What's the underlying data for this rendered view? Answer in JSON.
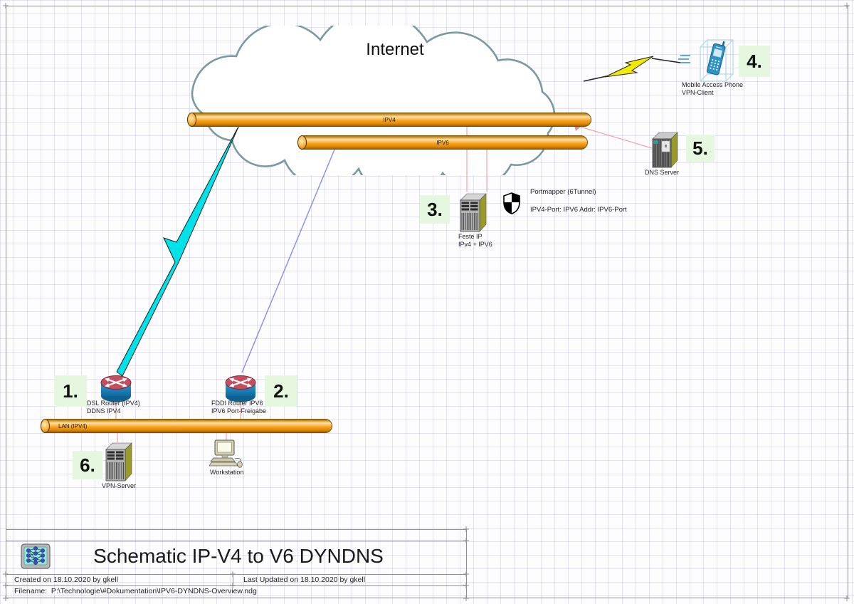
{
  "diagram": {
    "internet_label": "Internet",
    "pipes": {
      "ipv4": {
        "label": "IPV4"
      },
      "ipv6": {
        "label": "IPV6"
      },
      "lan": {
        "label": "LAN  (IPV4)"
      }
    },
    "nodes": {
      "dsl_router": {
        "number": "1.",
        "line1": "DSL Router (IPV4)",
        "line2": "DDNS IPV4"
      },
      "fddi_router": {
        "number": "2.",
        "line1": "FDDI Router IPV6",
        "line2": "IPV6 Port-Freigabe"
      },
      "feste_ip_server": {
        "number": "3.",
        "line1": "Feste IP",
        "line2": "IPv4 + IPV6"
      },
      "mobile_phone": {
        "number": "4.",
        "line1": "Mobile Access Phone",
        "line2": "VPN-Client"
      },
      "dns_server": {
        "number": "5.",
        "line1": "DNS Server"
      },
      "vpn_server": {
        "number": "6.",
        "line1": "VPN-Server"
      },
      "workstation": {
        "line1": "Workstation"
      }
    },
    "portmapper": {
      "line1": "Portmapper (6Tunnel)",
      "line2": "IPV4-Port: IPV6 Addr: IPV6-Port"
    }
  },
  "title_block": {
    "title": "Schematic IP-V4 to V6 DYNDNS",
    "created": "Created on 18.10.2020 by gkell",
    "updated": "Last Updated on 18.10.2020 by gkell",
    "filename": "Filename:  P:\\Technologie\\#Dokumentation\\IPV6-DYNDNS-Overview.ndg"
  },
  "colors": {
    "pipe_orange": "#F8A11F",
    "badge_green": "#E6F7E0",
    "link_pink": "#F2A2A2",
    "link_blue": "#8A8AF2",
    "bolt_yellow": "#F2EA00",
    "bolt_cyan": "#00E2EA",
    "cloud_stroke": "#7A9AA0"
  }
}
